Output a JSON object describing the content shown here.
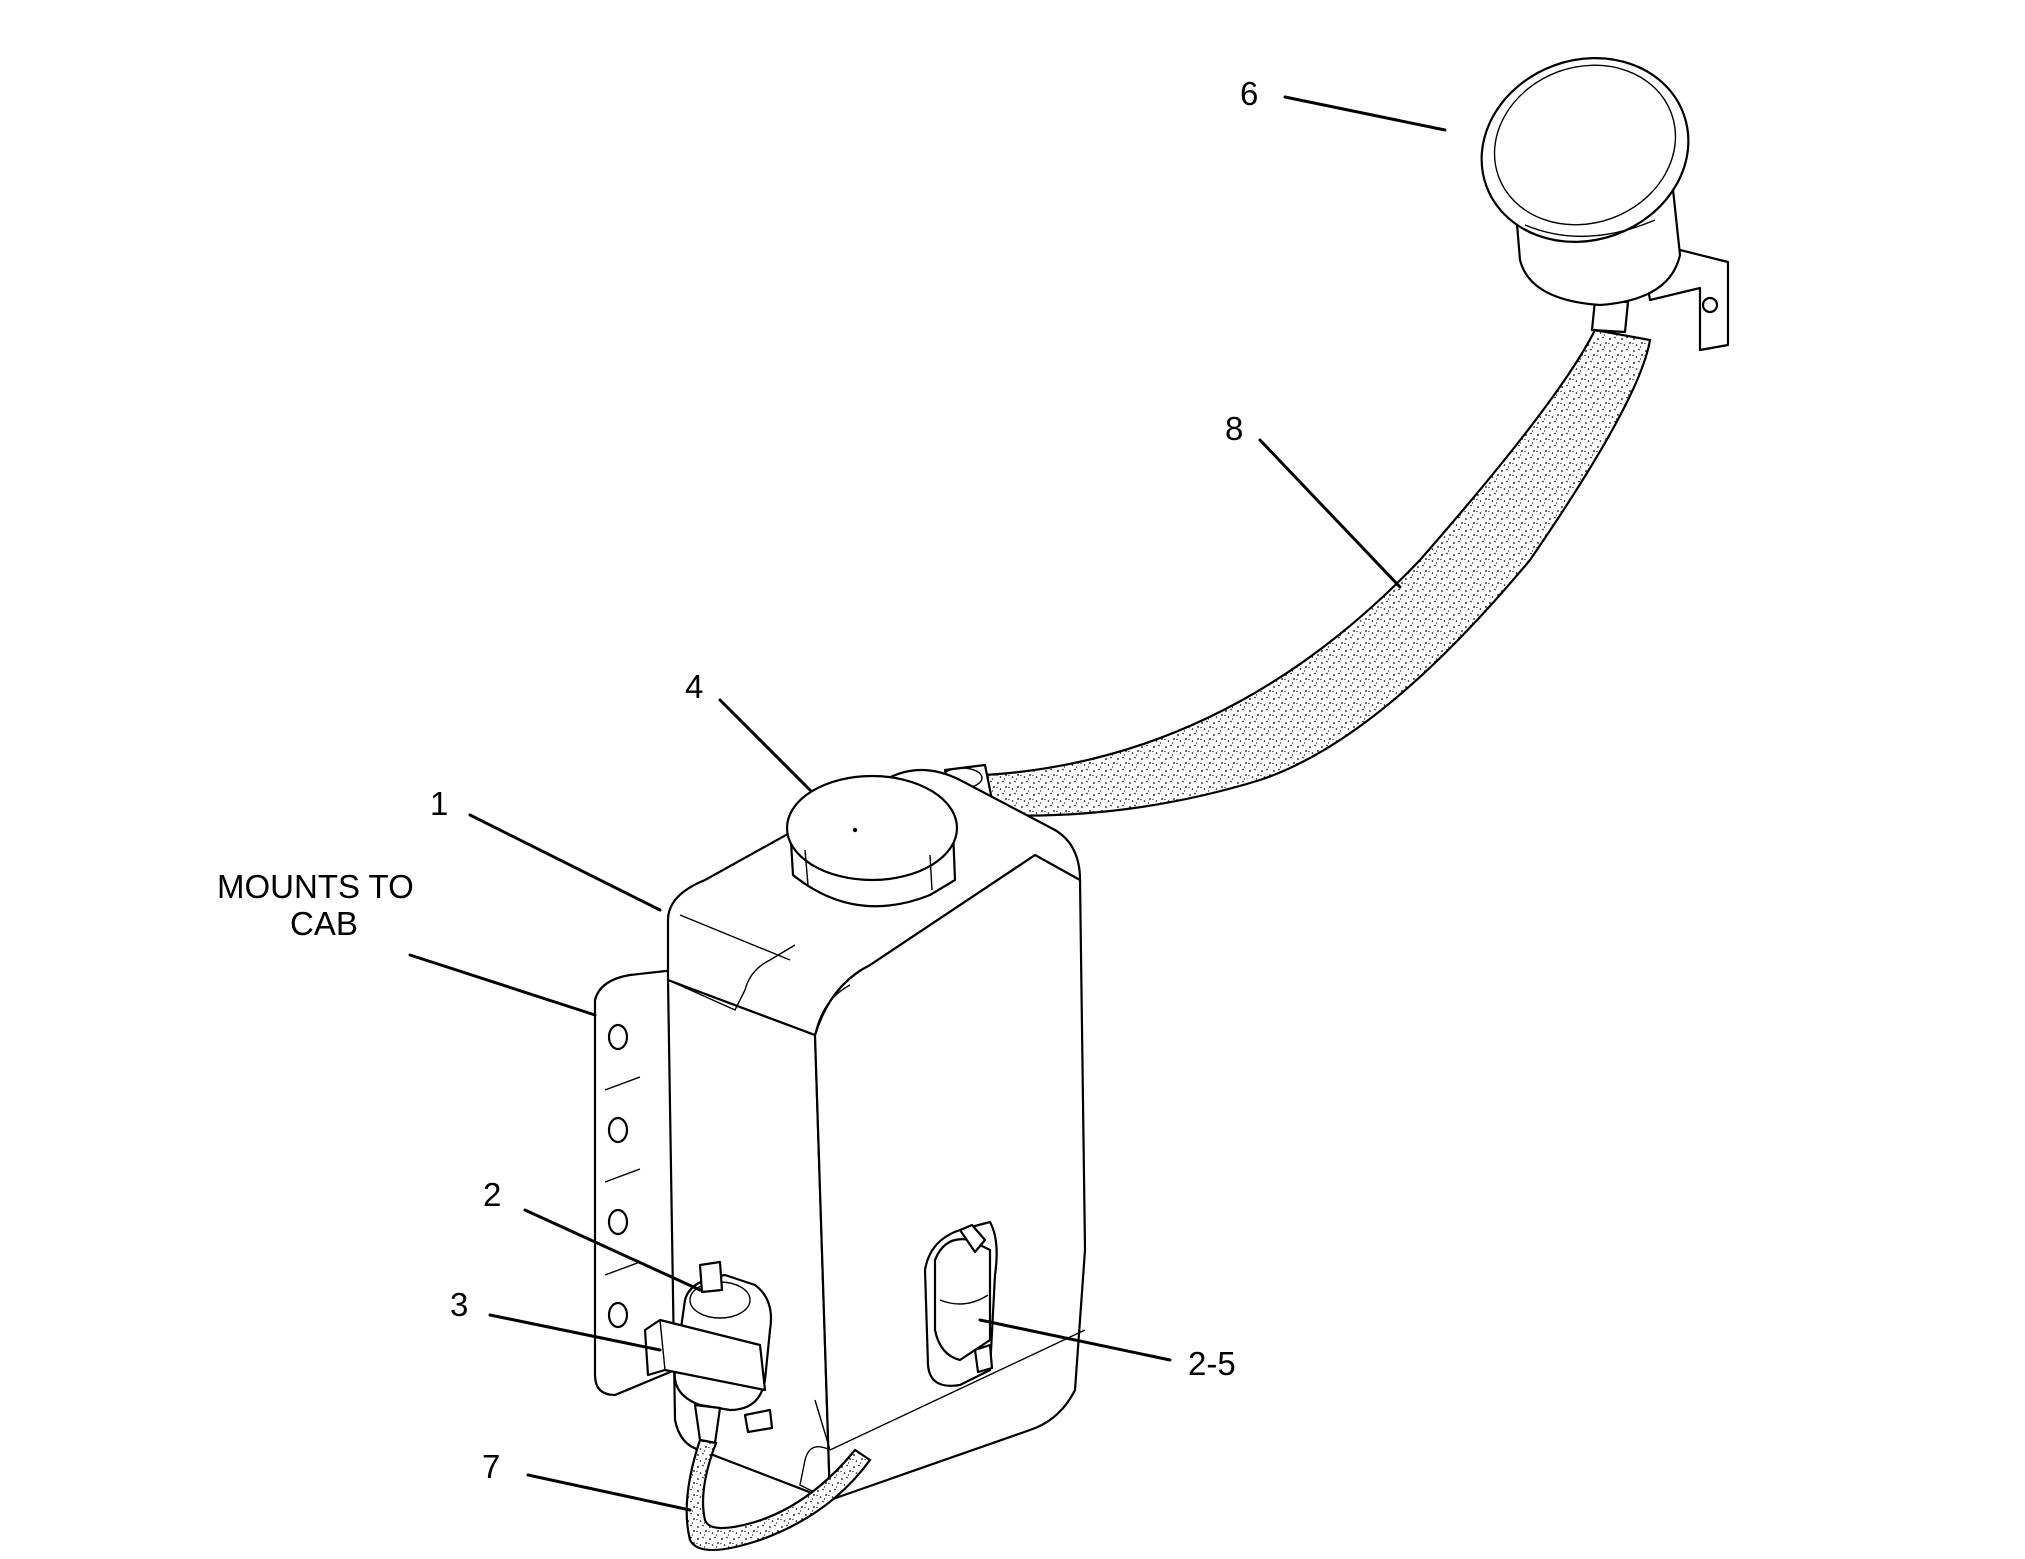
{
  "callouts": {
    "c1": "1",
    "c2": "2",
    "c3": "3",
    "c4": "4",
    "c6": "6",
    "c7": "7",
    "c8": "8",
    "c25": "2-5"
  },
  "note": {
    "line1": "MOUNTS TO",
    "line2": "CAB"
  }
}
